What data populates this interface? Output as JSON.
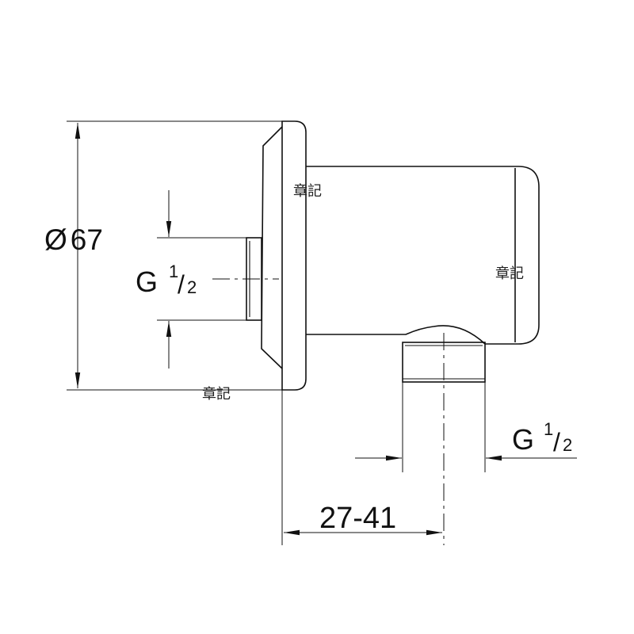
{
  "dimensions": {
    "diameter": {
      "symbol": "Ø",
      "value": "67"
    },
    "inlet_thread": {
      "letter": "G",
      "numerator": "1",
      "slash": "/",
      "denominator": "2"
    },
    "outlet_thread": {
      "letter": "G",
      "numerator": "1",
      "slash": "/",
      "denominator": "2"
    },
    "projection": {
      "value": "27-41"
    }
  },
  "watermarks": [
    "章記",
    "章記",
    "章記"
  ],
  "colors": {
    "line": "#111111",
    "background": "#ffffff"
  }
}
